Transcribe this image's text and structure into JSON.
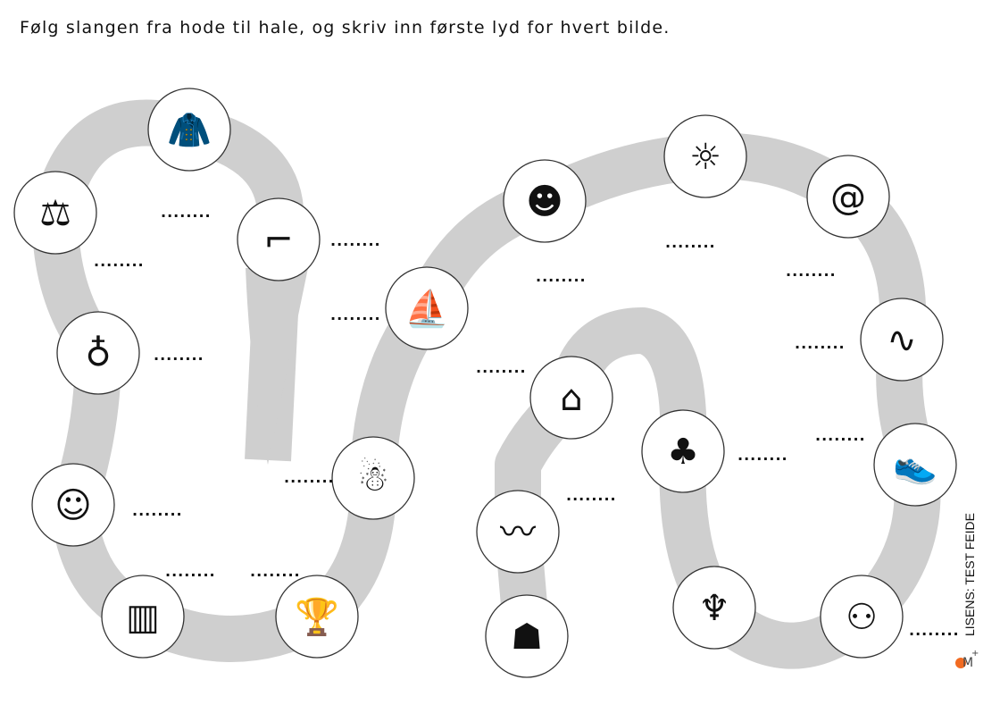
{
  "title": "Følg slangen fra hode til hale, og skriv inn første lyd for hvert bilde.",
  "answer_blank": "........",
  "license": "LISENS: TEST FEIDE",
  "logo_text": "M+",
  "colors": {
    "band": "#cfcfcf",
    "outline": "#333333",
    "logo_dot": "#f26b21"
  },
  "pictures": [
    {
      "icon": "scale-icon"
    },
    {
      "icon": "coat-icon"
    },
    {
      "icon": "boot-leg-icon"
    },
    {
      "icon": "necklace-earrings-icon"
    },
    {
      "icon": "sleeping-baby-icon"
    },
    {
      "icon": "barrel-icon"
    },
    {
      "icon": "trophy-winner-icon"
    },
    {
      "icon": "street-sweeper-icon"
    },
    {
      "icon": "boat-icon"
    },
    {
      "icon": "shop-seller-icon"
    },
    {
      "icon": "cinema-icon"
    },
    {
      "icon": "snail-shell-icon"
    },
    {
      "icon": "snake-icon"
    },
    {
      "icon": "sneaker-icon"
    },
    {
      "icon": "bed-jumping-icon"
    },
    {
      "icon": "tassels-icon"
    },
    {
      "icon": "tree-icon"
    },
    {
      "icon": "basket-icon"
    },
    {
      "icon": "seagull-icon"
    },
    {
      "icon": "snake-head-icon"
    }
  ]
}
